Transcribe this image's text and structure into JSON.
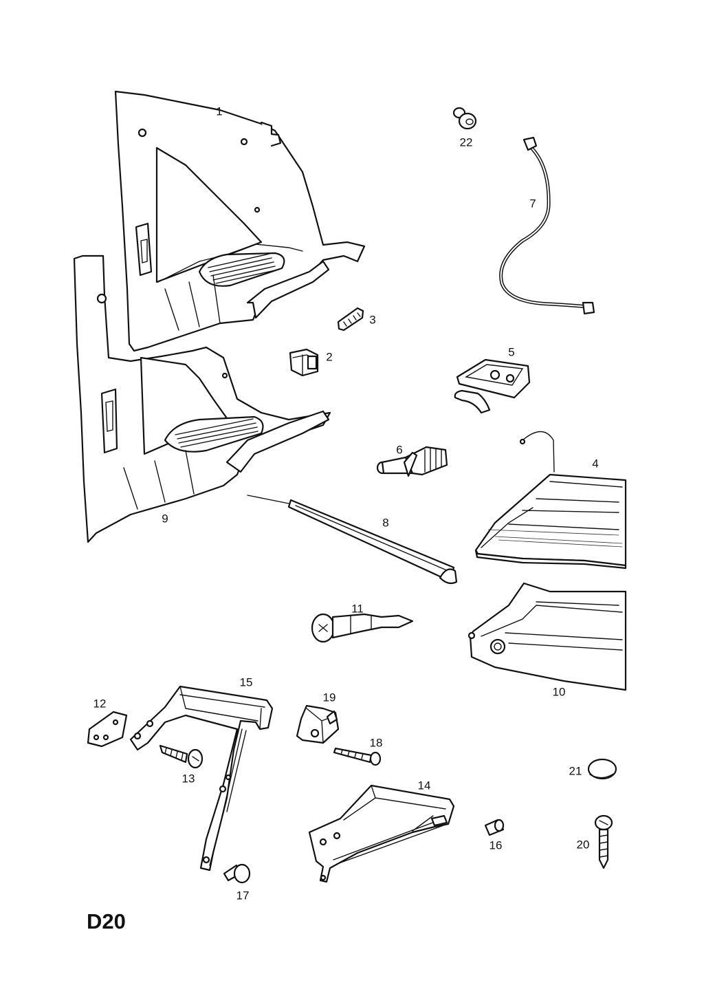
{
  "page_code": "D20",
  "callouts": {
    "p1": "1",
    "p2": "2",
    "p3": "3",
    "p4": "4",
    "p5": "5",
    "p6": "6",
    "p7": "7",
    "p8": "8",
    "p9": "9",
    "p10": "10",
    "p11": "11",
    "p12": "12",
    "p13": "13",
    "p14": "14",
    "p15": "15",
    "p16": "16",
    "p17": "17",
    "p18": "18",
    "p19": "19",
    "p20": "20",
    "p21": "21",
    "p22": "22"
  }
}
